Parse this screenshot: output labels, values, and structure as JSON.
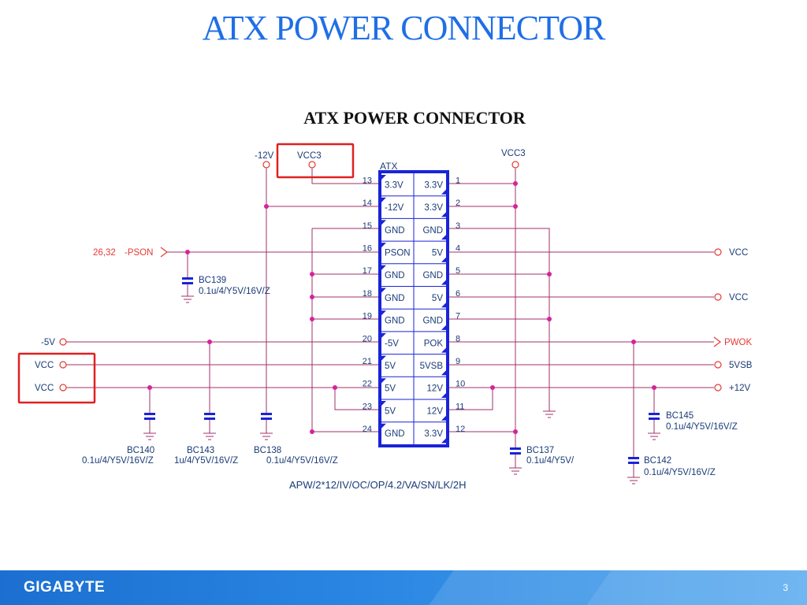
{
  "slide": {
    "title": "ATX POWER CONNECTOR",
    "page_number": "3",
    "logo": "GIGABYTE"
  },
  "schematic": {
    "title": "ATX POWER CONNECTOR",
    "connector_label": "ATX",
    "part_number": "APW/2*12/IV/OC/OP/4.2/VA/SN/LK/2H",
    "left_pins": [
      {
        "num": "13",
        "label": "3.3V"
      },
      {
        "num": "14",
        "label": "-12V"
      },
      {
        "num": "15",
        "label": "GND"
      },
      {
        "num": "16",
        "label": "PSON"
      },
      {
        "num": "17",
        "label": "GND"
      },
      {
        "num": "18",
        "label": "GND"
      },
      {
        "num": "19",
        "label": "GND"
      },
      {
        "num": "20",
        "label": "-5V"
      },
      {
        "num": "21",
        "label": "5V"
      },
      {
        "num": "22",
        "label": "5V"
      },
      {
        "num": "23",
        "label": "5V"
      },
      {
        "num": "24",
        "label": "GND"
      }
    ],
    "right_pins": [
      {
        "num": "1",
        "label": "3.3V"
      },
      {
        "num": "2",
        "label": "3.3V"
      },
      {
        "num": "3",
        "label": "GND"
      },
      {
        "num": "4",
        "label": "5V"
      },
      {
        "num": "5",
        "label": "GND"
      },
      {
        "num": "6",
        "label": "5V"
      },
      {
        "num": "7",
        "label": "GND"
      },
      {
        "num": "8",
        "label": "POK"
      },
      {
        "num": "9",
        "label": "5VSB"
      },
      {
        "num": "10",
        "label": "12V"
      },
      {
        "num": "11",
        "label": "12V"
      },
      {
        "num": "12",
        "label": "3.3V"
      }
    ],
    "nets": {
      "m12v": "-12V",
      "vcc3_left": "VCC3",
      "vcc3_right": "VCC3",
      "pson_ref": "26,32",
      "pson": "-PSON",
      "m5v": "-5V",
      "vcc_a": "VCC",
      "vcc_b": "VCC",
      "vcc_r1": "VCC",
      "vcc_r2": "VCC",
      "pwok": "PWOK",
      "v5vsb": "5VSB",
      "v12v": "+12V"
    },
    "caps": [
      {
        "ref": "BC139",
        "value": "0.1u/4/Y5V/16V/Z"
      },
      {
        "ref": "BC140",
        "value": "0.1u/4/Y5V/16V/Z"
      },
      {
        "ref": "BC143",
        "value": "1u/4/Y5V/16V/Z"
      },
      {
        "ref": "BC138",
        "value": "0.1u/4/Y5V/16V/Z"
      },
      {
        "ref": "BC137",
        "value": "0.1u/4/Y5V/"
      },
      {
        "ref": "BC145",
        "value": "0.1u/4/Y5V/16V/Z"
      },
      {
        "ref": "BC142",
        "value": "0.1u/4/Y5V/16V/Z"
      }
    ],
    "colors": {
      "wire": "#a0306a",
      "net": "#e53935",
      "box": "#1a23d8",
      "text": "#1a3b78",
      "highlight": "#e02020",
      "title_blue": "#1f6fe6"
    }
  }
}
